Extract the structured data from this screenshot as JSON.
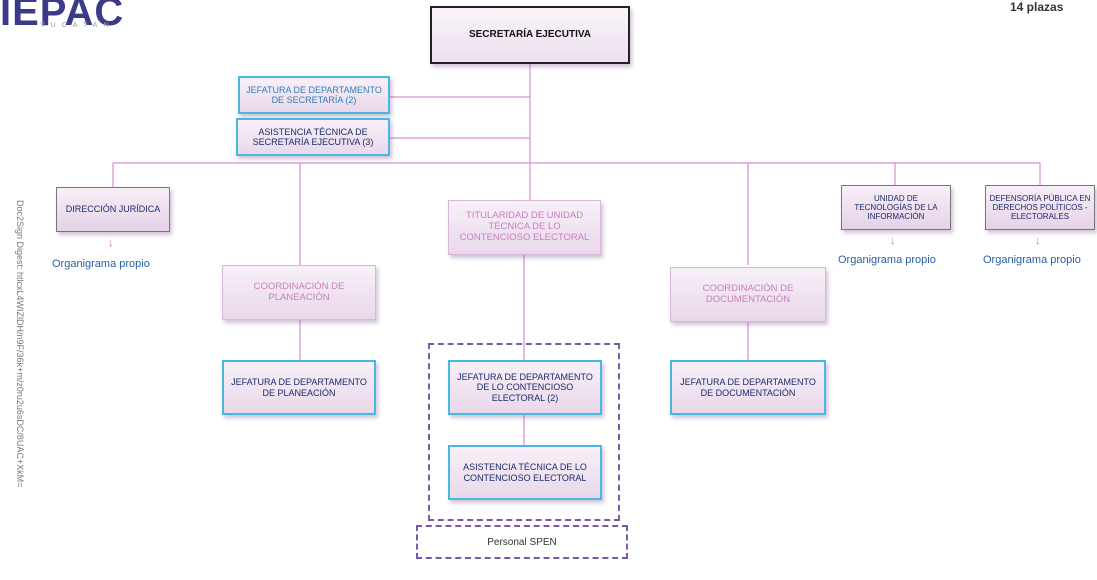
{
  "header": {
    "logo_text": "IEPAC",
    "logo_subtext": "YUCATAN",
    "plazas": "14 plazas",
    "side_text": "Doc2Sign Digest: htlcxL4WIZlDH/n9F/36k+m/z0ru2u6sDC/8UAC+XkM="
  },
  "boxes": {
    "secretaria_ejecutiva": "SECRETARÍA EJECUTIVA",
    "jefatura_secretaria": "JEFATURA DE DEPARTAMENTO DE SECRETARÍA (2)",
    "asistencia_secretaria": "ASISTENCIA TÉCNICA DE SECRETARÍA EJECUTIVA (3)",
    "direccion_juridica": "DIRECCIÓN JURÍDICA",
    "titularidad_contencioso": "TITULARIDAD DE UNIDAD TÉCNICA DE LO CONTENCIOSO ELECTORAL",
    "unidad_tecnologias": "UNIDAD DE TECNOLOGÍAS DE LA INFORMACIÓN",
    "defensoria": "DEFENSORÍA PÚBLICA EN DERECHOS POLÍTICOS - ELECTORALES",
    "coordinacion_planeacion": "COORDINACIÓN DE PLANEACIÓN",
    "coordinacion_documentacion": "COORDINACIÓN DE DOCUMENTACIÓN",
    "jefatura_planeacion": "JEFATURA DE DEPARTAMENTO DE PLANEACIÓN",
    "jefatura_contencioso": "JEFATURA DE DEPARTAMENTO DE LO CONTENCIOSO ELECTORAL (2)",
    "jefatura_documentacion": "JEFATURA DE DEPARTAMENTO DE DOCUMENTACIÓN",
    "asistencia_contencioso": "ASISTENCIA TÉCNICA DE LO CONTENCIOSO ELECTORAL",
    "personal_spen": "Personal SPEN"
  },
  "labels": {
    "organigrama_1": "Organigrama propio",
    "organigrama_2": "Organigrama propio",
    "organigrama_3": "Organigrama propio"
  },
  "colors": {
    "connector": "#d58fd0",
    "accent_blue": "#47b9e0",
    "dashed": "#7a5aa8"
  }
}
